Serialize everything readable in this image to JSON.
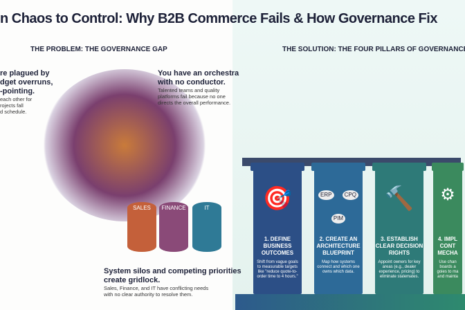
{
  "title": "n Chaos to Control: Why B2B Commerce Fails & How Governance Fix",
  "problem": {
    "heading": "THE PROBLEM: THE GOVERNANCE GAP",
    "left_note": {
      "lines_bold": [
        "re plagued by",
        "dget overruns,",
        "-pointing."
      ],
      "lines": [
        "each other for",
        "rojects fall",
        "d schedule."
      ]
    },
    "orchestra_note": {
      "bold": [
        "You have an orchestra",
        "with no conductor."
      ],
      "lines": [
        "Talented teams and quality",
        "platforms fail because no one",
        "directs the overall performance."
      ]
    },
    "silos": [
      "SALES",
      "FINANCE",
      "IT"
    ],
    "silo_note": {
      "bold": [
        "System silos and competing priorities",
        "create gridlock."
      ],
      "lines": [
        "Sales, Finance, and IT have conflicting needs",
        "with no clear authority to resolve them."
      ]
    }
  },
  "solution": {
    "heading": "THE SOLUTION: THE FOUR PILLARS OF GOVERNANCE",
    "pillars": [
      {
        "title": "1. DEFINE BUSINESS OUTCOMES",
        "text": "Shift from vague goals to measurable targets like \"reduce quote-to-order time to 4 hours.\"",
        "icon": "target-icon",
        "color": "#2c4f86"
      },
      {
        "title": "2. CREATE AN ARCHITECTURE BLUEPRINT",
        "text": "Map how systems connect and which one owns which data.",
        "icon": "system-map-icon",
        "color": "#2d6a98",
        "nodes": [
          "ERP",
          "CPQ",
          "PIM"
        ]
      },
      {
        "title": "3. ESTABLISH CLEAR DECISION RIGHTS",
        "text": "Appoint owners for key areas (e.g., dealer experience, pricing) to eliminate stalemates.",
        "icon": "gavel-icon",
        "color": "#2e7a78"
      },
      {
        "title": "4. IMPL CONT MECHA",
        "text": "Use chan boards a goies to ma and mainta",
        "icon": "gate-icon",
        "color": "#3b8a5e"
      }
    ]
  }
}
